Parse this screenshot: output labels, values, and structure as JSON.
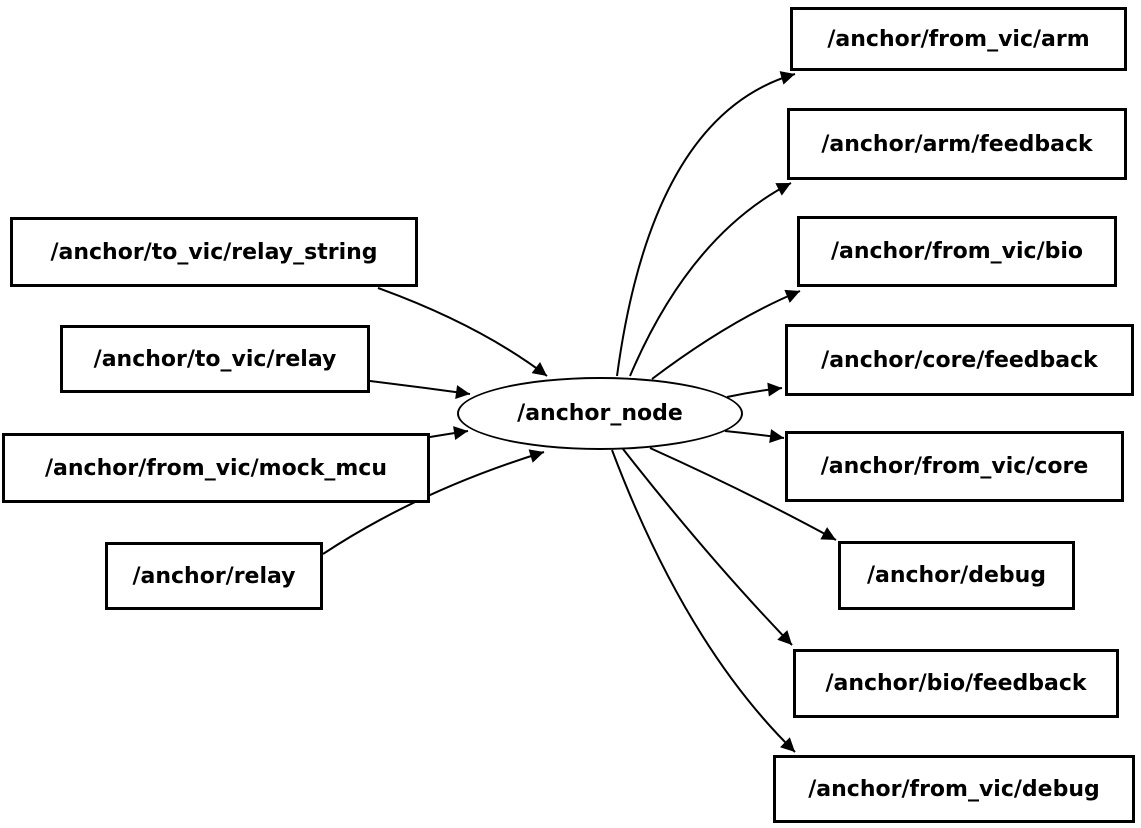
{
  "diagram_type": "ros-node-topic-graph",
  "colors": {
    "background": "#ffffff",
    "node_border": "#000000",
    "node_fill": "#ffffff",
    "edge": "#000000",
    "text": "#000000"
  },
  "graph": {
    "node": {
      "label": "/anchor_node",
      "shape": "ellipse"
    },
    "inputs": [
      {
        "label": "/anchor/to_vic/relay_string"
      },
      {
        "label": "/anchor/to_vic/relay"
      },
      {
        "label": "/anchor/from_vic/mock_mcu"
      },
      {
        "label": "/anchor/relay"
      }
    ],
    "outputs": [
      {
        "label": "/anchor/from_vic/arm"
      },
      {
        "label": "/anchor/arm/feedback"
      },
      {
        "label": "/anchor/from_vic/bio"
      },
      {
        "label": "/anchor/core/feedback"
      },
      {
        "label": "/anchor/from_vic/core"
      },
      {
        "label": "/anchor/debug"
      },
      {
        "label": "/anchor/bio/feedback"
      },
      {
        "label": "/anchor/from_vic/debug"
      }
    ],
    "edges": [
      {
        "from": "/anchor/to_vic/relay_string",
        "to": "/anchor_node"
      },
      {
        "from": "/anchor/to_vic/relay",
        "to": "/anchor_node"
      },
      {
        "from": "/anchor/from_vic/mock_mcu",
        "to": "/anchor_node"
      },
      {
        "from": "/anchor/relay",
        "to": "/anchor_node"
      },
      {
        "from": "/anchor_node",
        "to": "/anchor/from_vic/arm"
      },
      {
        "from": "/anchor_node",
        "to": "/anchor/arm/feedback"
      },
      {
        "from": "/anchor_node",
        "to": "/anchor/from_vic/bio"
      },
      {
        "from": "/anchor_node",
        "to": "/anchor/core/feedback"
      },
      {
        "from": "/anchor_node",
        "to": "/anchor/from_vic/core"
      },
      {
        "from": "/anchor_node",
        "to": "/anchor/debug"
      },
      {
        "from": "/anchor_node",
        "to": "/anchor/bio/feedback"
      },
      {
        "from": "/anchor_node",
        "to": "/anchor/from_vic/debug"
      }
    ]
  }
}
